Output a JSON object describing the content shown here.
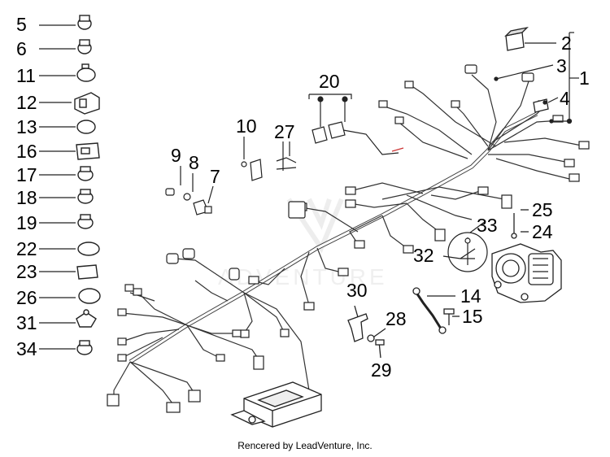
{
  "watermark": "ADVENTURE",
  "footer": "Rencered by LeadVenture, Inc.",
  "callouts": {
    "c1": "1",
    "c2": "2",
    "c3": "3",
    "c4": "4",
    "c5": "5",
    "c6": "6",
    "c7": "7",
    "c8": "8",
    "c9": "9",
    "c10": "10",
    "c11": "11",
    "c12": "12",
    "c13": "13",
    "c14": "14",
    "c15": "15",
    "c16": "16",
    "c17": "17",
    "c18": "18",
    "c19": "19",
    "c20": "20",
    "c22": "22",
    "c23": "23",
    "c24": "24",
    "c25": "25",
    "c26": "26",
    "c27": "27",
    "c28": "28",
    "c29": "29",
    "c30": "30",
    "c31": "31",
    "c32": "32",
    "c33": "33",
    "c34": "34"
  }
}
